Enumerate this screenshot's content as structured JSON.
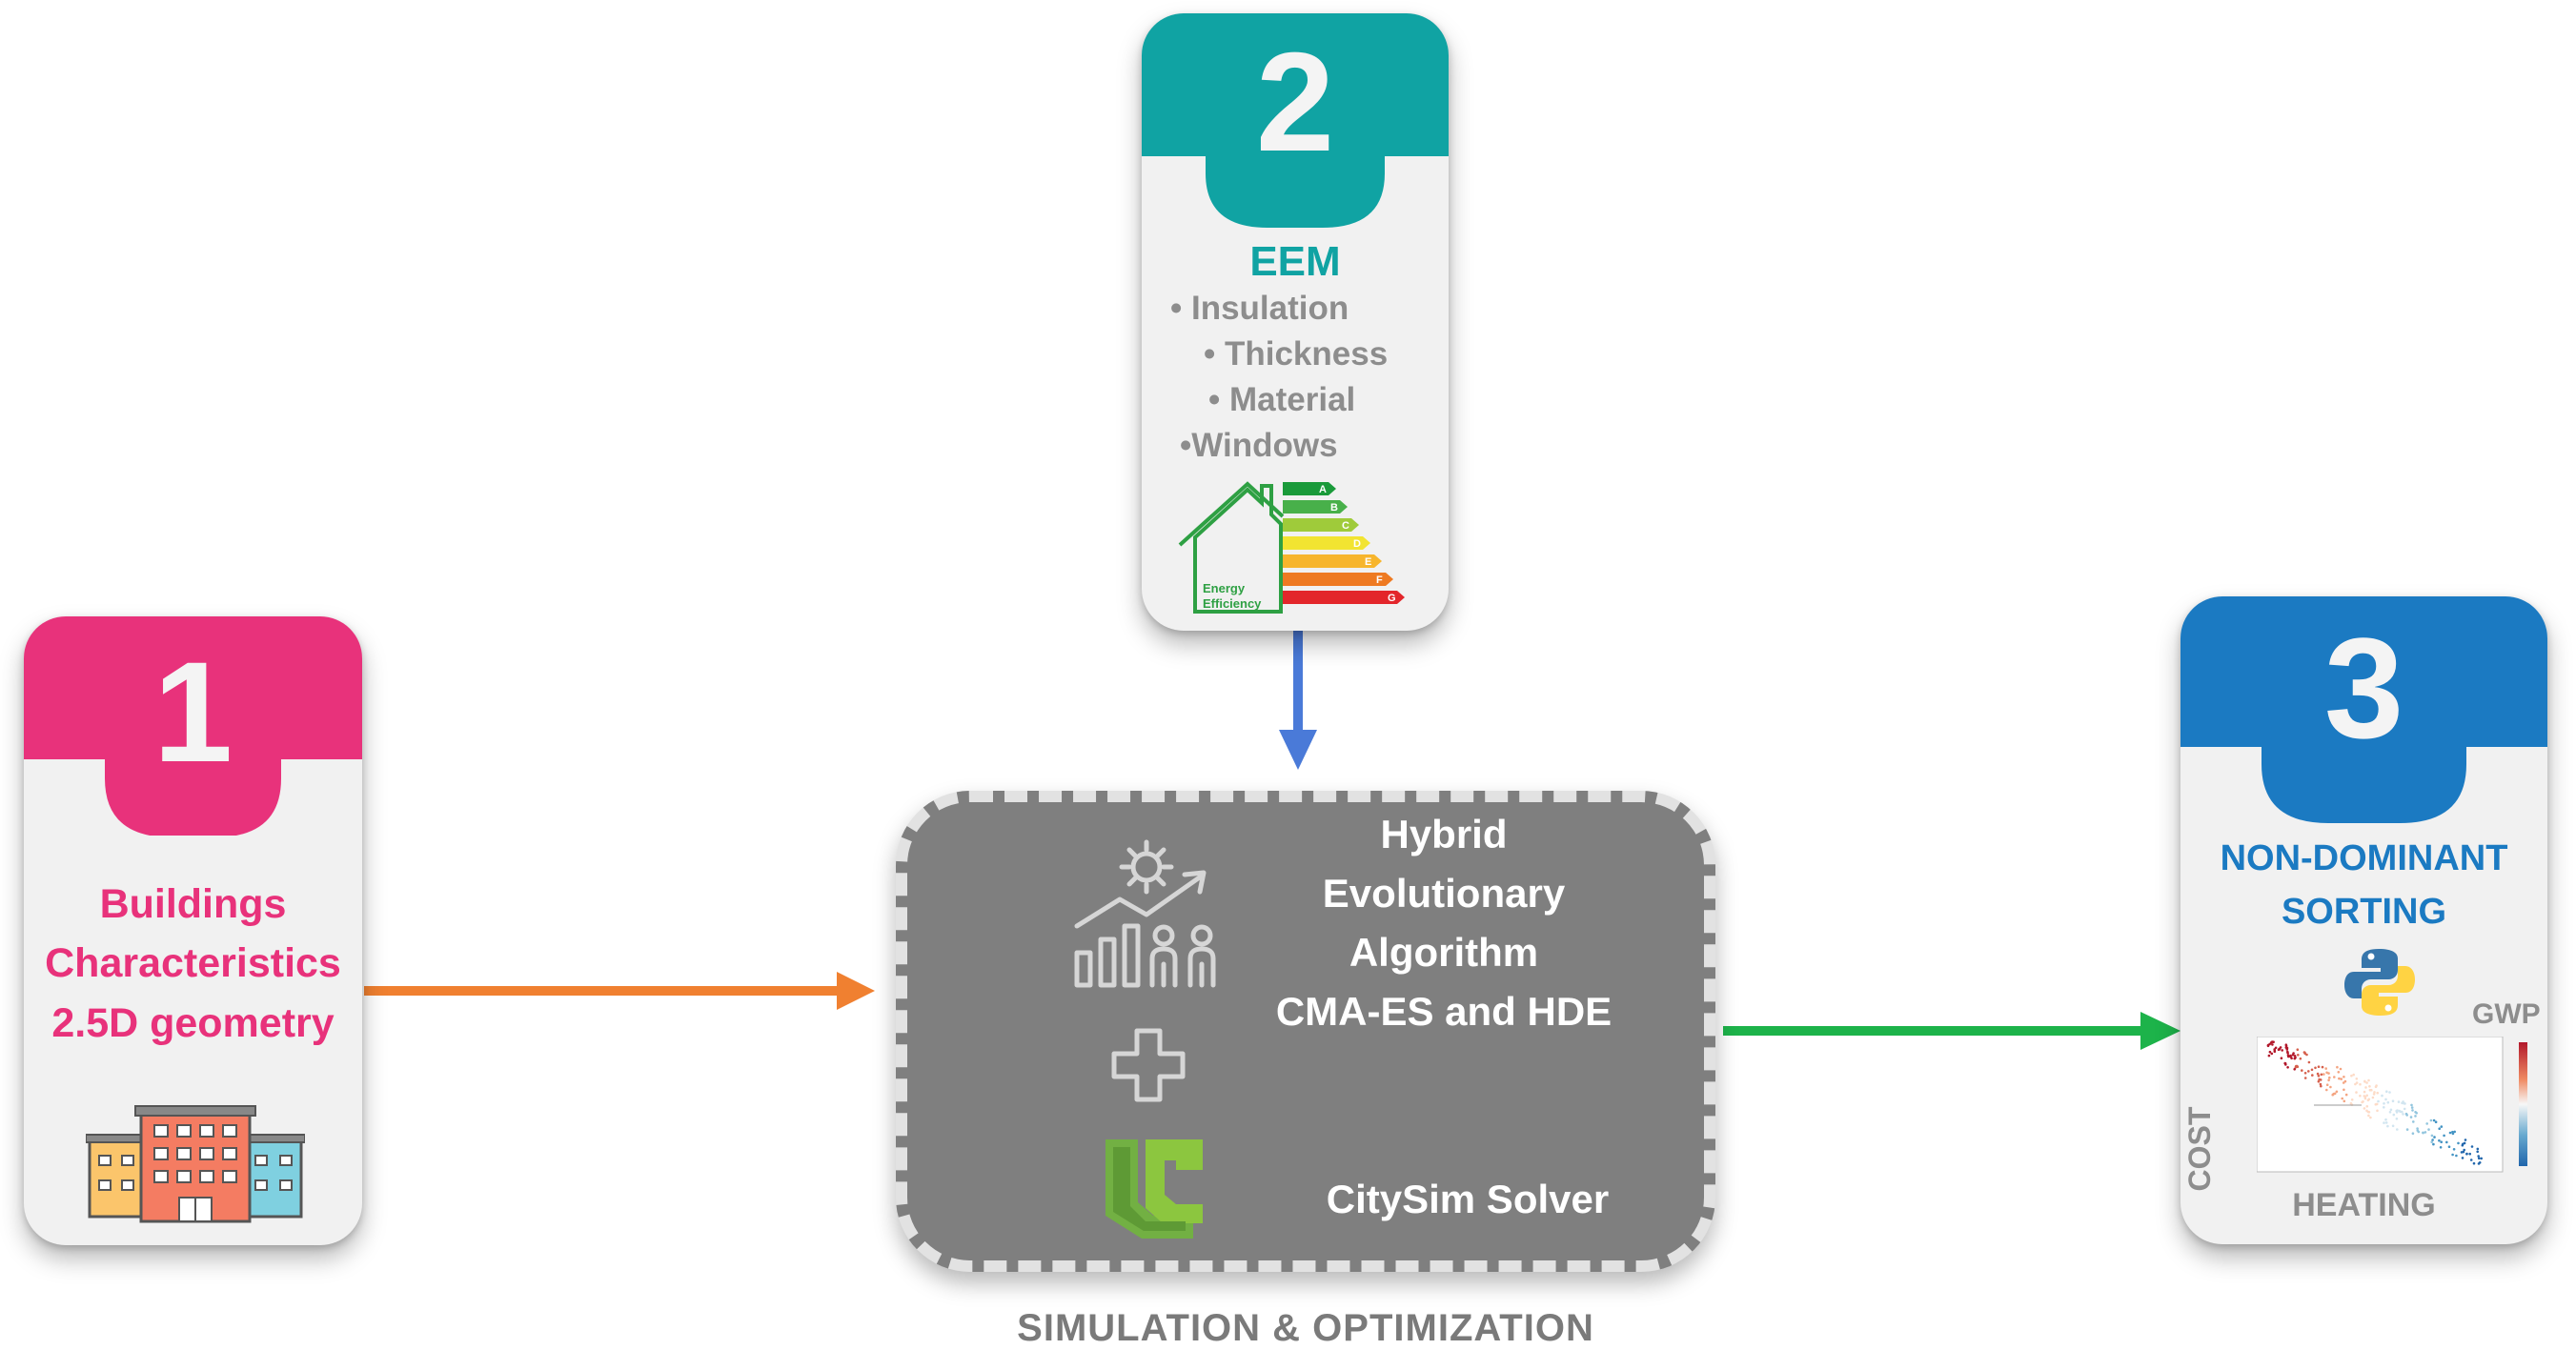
{
  "card1": {
    "number": "1",
    "lines": [
      "Buildings",
      "Characteristics",
      "2.5D geometry"
    ],
    "accent": "#e8327b"
  },
  "card2": {
    "number": "2",
    "title": "EEM",
    "items": [
      "• Insulation",
      "• Thickness",
      "• Material",
      "•Windows"
    ],
    "label_line1": "Energy",
    "label_line2": "Efficiency",
    "grades": [
      "A",
      "B",
      "C",
      "D",
      "E",
      "F",
      "G"
    ],
    "accent": "#10a3a3"
  },
  "card3": {
    "number": "3",
    "title_line1": "NON-DOMINANT",
    "title_line2": "SORTING",
    "ylabel": "COST",
    "xlabel": "HEATING",
    "colorbar_label": "GWP",
    "accent": "#1b7ac2"
  },
  "simulation": {
    "algo_lines": [
      "Hybrid",
      "Evolutionary",
      "Algorithm",
      "CMA-ES and HDE"
    ],
    "solver": "CitySim Solver",
    "caption": "SIMULATION & OPTIMIZATION"
  },
  "colors": {
    "arrow1": "#f08030",
    "arrow2": "#4a7ad8",
    "arrow3": "#1db34a",
    "sim_bg": "#7f7f7f"
  }
}
